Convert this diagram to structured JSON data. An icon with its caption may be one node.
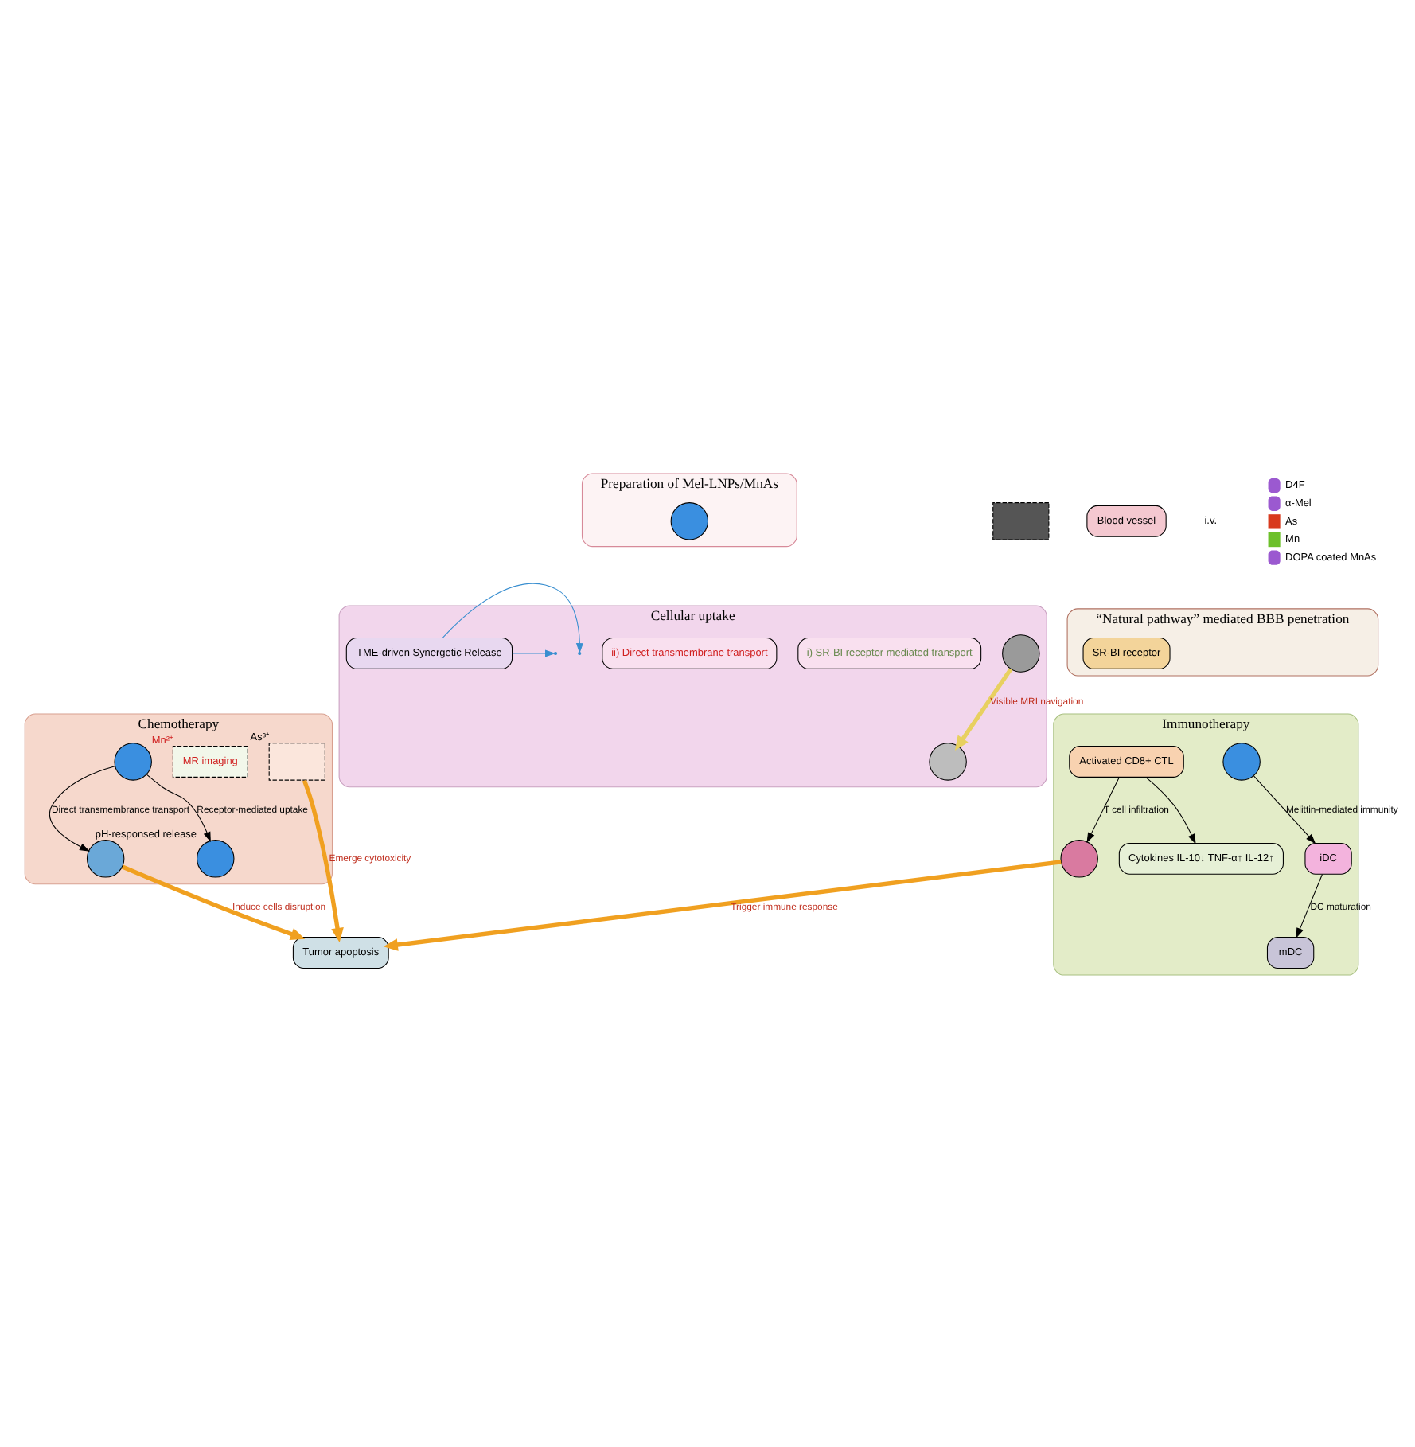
{
  "diagram": {
    "nodes": [
      {
        "text": [
          "Preparation of Mel-LNPs/MnAs"
        ]
      },
      {
        "text": [],
        "shape": "circle",
        "in": 0
      },
      {
        "text": [],
        "shape": "box"
      },
      {
        "text": [
          "Blood vessel"
        ]
      },
      {
        "text": [
          "Cellular uptake"
        ]
      },
      {
        "text": [
          "ii) Direct transmembrane transport"
        ],
        "in": 4
      },
      {
        "text": [
          "i) SR-BI receptor mediated transport"
        ],
        "in": 4
      },
      {
        "text": [],
        "shape": "circle",
        "in": 4
      },
      {
        "text": [],
        "shape": "circle",
        "in": 4
      },
      {
        "text": [
          "TME-driven Synergetic Release"
        ],
        "in": 4
      },
      {
        "text": [
          "“Natural pathway” mediated BBB penetration"
        ]
      },
      {
        "text": [
          "SR-BI receptor"
        ],
        "in": 10
      },
      {
        "text": [
          "Chemotherapy"
        ]
      },
      {
        "text": [],
        "shape": "circle",
        "in": 12
      },
      {
        "text": [],
        "shape": "circle",
        "in": 12
      },
      {
        "text": [],
        "shape": "circle",
        "in": 12,
        "beside": [
          "pH-responsed release"
        ]
      },
      {
        "text": [
          "MR imaging"
        ],
        "in": 12,
        "beside": [
          "Mn²⁺"
        ]
      },
      {
        "text": [],
        "shape": "box",
        "in": 12,
        "beside": [
          "As³⁺"
        ]
      },
      {
        "text": [
          "Tumor apoptosis"
        ]
      },
      {
        "text": [
          "Immunotherapy"
        ]
      },
      {
        "text": [],
        "shape": "circle",
        "in": 19
      },
      {
        "text": [
          "iDC"
        ],
        "in": 19
      },
      {
        "text": [
          "mDC"
        ],
        "in": 19
      },
      {
        "text": [
          "Activated CD8+ CTL"
        ],
        "in": 19
      },
      {
        "text": [],
        "shape": "circle",
        "in": 19
      },
      {
        "text": [
          "Cytokines IL-10↓ TNF-α↑ IL-12↑"
        ],
        "in": 19
      }
    ],
    "edges": [
      {
        "from": 7,
        "to": 8,
        "arrow": "to",
        "label": "Visible MRI navigation",
        "color": "#e8d060",
        "style": "thick"
      },
      {
        "from": 9,
        "to": null,
        "arrow": "to",
        "color": "#3a8fd0"
      },
      {
        "from": 9,
        "to": null,
        "arrow": "to",
        "color": "#3a8fd0"
      },
      {
        "from": 13,
        "to": 14,
        "arrow": "to",
        "label": "Direct transmembrance transport"
      },
      {
        "from": 13,
        "to": 15,
        "arrow": "to",
        "label": "Receptor-mediated uptake"
      },
      {
        "from": 14,
        "to": 18,
        "arrow": "to",
        "label": "Induce cells disruption",
        "style": "thick",
        "color": "#f0a020"
      },
      {
        "from": 17,
        "to": 18,
        "arrow": "to",
        "label": "Emerge cytotoxicity",
        "style": "thick",
        "color": "#f0a020"
      },
      {
        "from": 20,
        "to": 21,
        "arrow": "to",
        "label": "Melittin-mediated immunity"
      },
      {
        "from": 21,
        "to": 22,
        "arrow": "to",
        "label": "DC maturation"
      },
      {
        "from": 23,
        "to": 24,
        "arrow": "to",
        "label": "T cell infiltration"
      },
      {
        "from": 23,
        "to": 25,
        "arrow": "to"
      },
      {
        "from": 24,
        "to": 18,
        "arrow": "to",
        "label": "Trigger immune response",
        "style": "thick",
        "color": "#f0a020"
      }
    ],
    "labels": [
      "i.v."
    ],
    "legend": [
      {
        "text": "D4F"
      },
      {
        "text": "α-Mel"
      },
      {
        "text": "As",
        "color": "#d83a1e"
      },
      {
        "text": "Mn",
        "color": "#6cc02a"
      },
      {
        "text": "DOPA coated MnAs"
      }
    ]
  }
}
